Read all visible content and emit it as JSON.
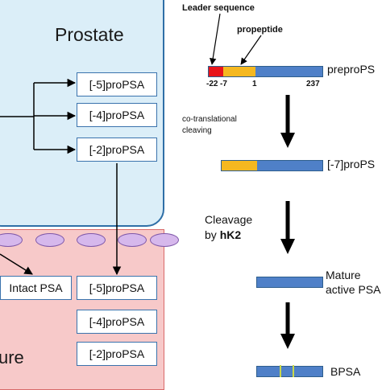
{
  "left_panel": {
    "prostate_title": "Prostate",
    "blood_title_fragment": "ure",
    "prostate_forms": [
      "[-5]proPSA",
      "[-4]proPSA",
      "[-2]proPSA"
    ],
    "blood_forms": [
      "Intact PSA",
      "[-5]proPSA",
      "[-4]proPSA",
      "[-2]proPSA"
    ]
  },
  "right_panel": {
    "leader_sequence_label": "Leader sequence",
    "propeptide_label": "propeptide",
    "prepropsa_label": "preproPS",
    "positions": [
      "-22",
      "-7",
      "1",
      "237"
    ],
    "cotranslational_label_line1": "co-translational",
    "cotranslational_label_line2": "cleaving",
    "propsa7_label": "[-7]proPS",
    "cleavage_line1": "Cleavage",
    "cleavage_by": "by ",
    "cleavage_enzyme": "hK2",
    "mature_line1": "Mature",
    "mature_line2": "active PSA",
    "bpsa_label": "BPSA"
  },
  "colors": {
    "prostate_fill": "#dbeef8",
    "prostate_border": "#2f6fa7",
    "blood_fill": "#f7c9c9",
    "protein_blue": "#4f80c8",
    "propeptide_yellow": "#f5b820",
    "leader_red": "#e8141a",
    "cell_purple": "#d6b8ec"
  }
}
